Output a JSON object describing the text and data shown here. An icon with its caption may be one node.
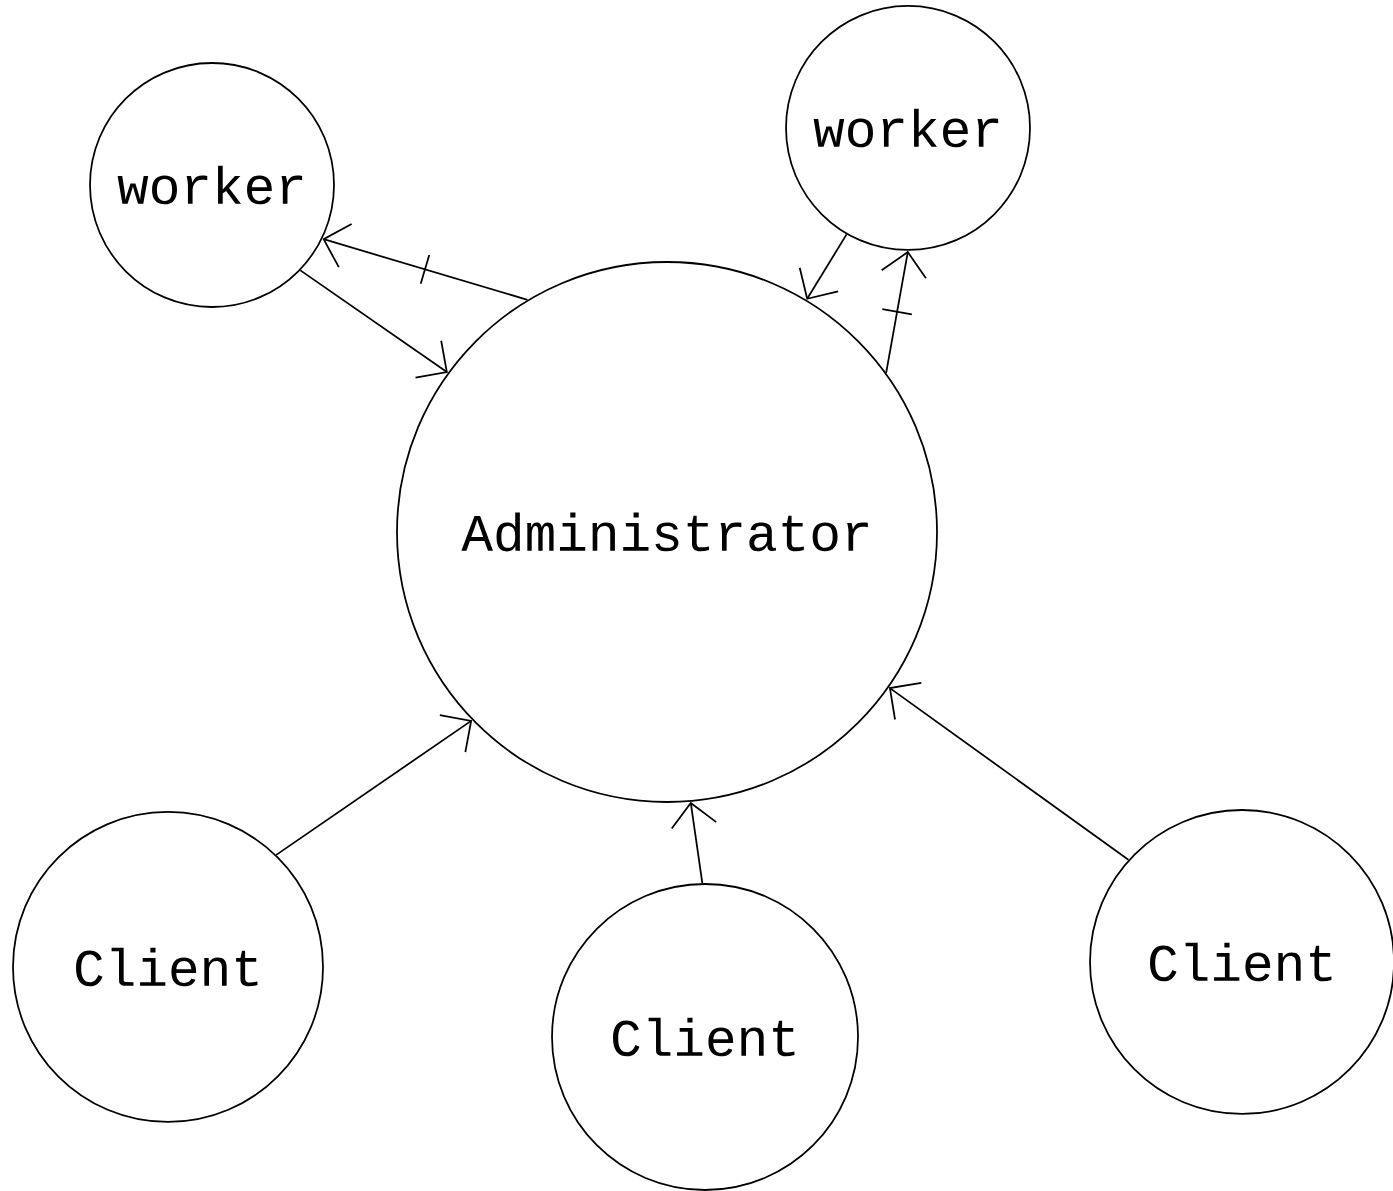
{
  "diagram": {
    "nodes": [
      {
        "text": [
          "worker"
        ]
      },
      {
        "text": [
          "worker"
        ]
      },
      {
        "text": [
          "Administrator"
        ]
      },
      {
        "text": [
          "Client"
        ]
      },
      {
        "text": [
          "Client"
        ]
      },
      {
        "text": [
          "Client"
        ]
      }
    ],
    "edges": [
      {
        "from": 2,
        "to": 0,
        "arrow": "to"
      },
      {
        "from": 0,
        "to": 2,
        "arrow": "to"
      },
      {
        "from": 1,
        "to": 2,
        "arrow": "to"
      },
      {
        "from": 2,
        "to": 1,
        "arrow": "to"
      },
      {
        "from": 3,
        "to": 2,
        "arrow": "to"
      },
      {
        "from": 4,
        "to": 2,
        "arrow": "to"
      },
      {
        "from": 5,
        "to": 2,
        "arrow": "to"
      }
    ]
  }
}
